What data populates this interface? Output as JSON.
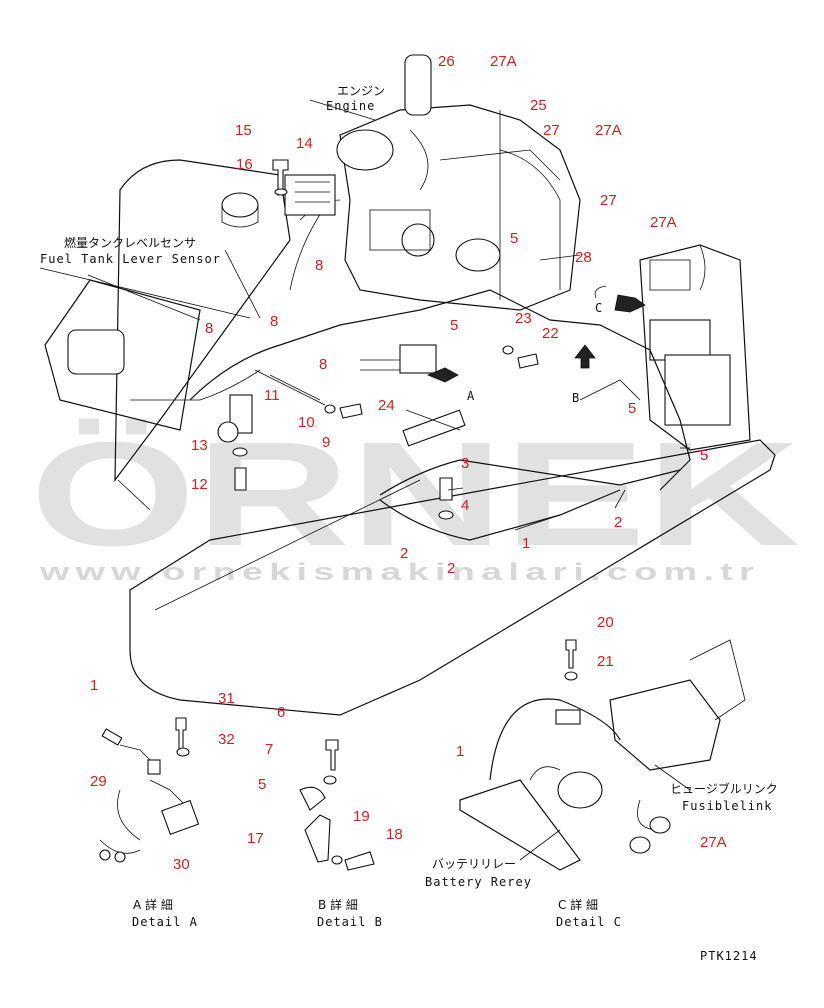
{
  "labels": {
    "engine_jp": "エンジン",
    "engine_en": "Engine",
    "fuel_sensor_jp": "燃量タンクレベルセンサ",
    "fuel_sensor_en": "Fuel Tank Lever Sensor",
    "fusible_jp": "ヒュージブルリンク",
    "fusible_en": "Fusiblelink",
    "battery_jp": "バッテリリレー",
    "battery_en": "Battery Rerey",
    "detail_a_jp": "A 詳 細",
    "detail_a_en": "Detail A",
    "detail_b_jp": "B 詳 細",
    "detail_b_en": "Detail B",
    "detail_c_jp": "C 詳 細",
    "detail_c_en": "Detail C",
    "view_a": "A",
    "view_b": "B",
    "view_c": "C",
    "drawing_code": "PTK1214"
  },
  "watermark": {
    "brand": "ÖRNEK",
    "url": "www.ornekismakinalari.com.tr"
  },
  "callouts": [
    {
      "id": "c26a",
      "text": "26"
    },
    {
      "id": "c27a1",
      "text": "27A"
    },
    {
      "id": "c25",
      "text": "25"
    },
    {
      "id": "c27",
      "text": "27"
    },
    {
      "id": "c27a2",
      "text": "27A"
    },
    {
      "id": "c27b",
      "text": "27"
    },
    {
      "id": "c27a3",
      "text": "27A"
    },
    {
      "id": "c15",
      "text": "15"
    },
    {
      "id": "c14",
      "text": "14"
    },
    {
      "id": "c16",
      "text": "16"
    },
    {
      "id": "c8a",
      "text": "8"
    },
    {
      "id": "c8b",
      "text": "8"
    },
    {
      "id": "c8c",
      "text": "8"
    },
    {
      "id": "c8d",
      "text": "8"
    },
    {
      "id": "c5a",
      "text": "5"
    },
    {
      "id": "c5b",
      "text": "5"
    },
    {
      "id": "c28",
      "text": "28"
    },
    {
      "id": "c23",
      "text": "23"
    },
    {
      "id": "c22",
      "text": "22"
    },
    {
      "id": "c5c",
      "text": "5"
    },
    {
      "id": "c5d",
      "text": "5"
    },
    {
      "id": "c11",
      "text": "11"
    },
    {
      "id": "c10",
      "text": "10"
    },
    {
      "id": "c9",
      "text": "9"
    },
    {
      "id": "c24",
      "text": "24"
    },
    {
      "id": "c13",
      "text": "13"
    },
    {
      "id": "c12",
      "text": "12"
    },
    {
      "id": "c3",
      "text": "3"
    },
    {
      "id": "c4",
      "text": "4"
    },
    {
      "id": "c2a",
      "text": "2"
    },
    {
      "id": "c2b",
      "text": "2"
    },
    {
      "id": "c2c",
      "text": "2"
    },
    {
      "id": "c1a",
      "text": "1"
    },
    {
      "id": "c20",
      "text": "20"
    },
    {
      "id": "c21",
      "text": "21"
    },
    {
      "id": "c1b",
      "text": "1"
    },
    {
      "id": "c31",
      "text": "31"
    },
    {
      "id": "c32",
      "text": "32"
    },
    {
      "id": "c29",
      "text": "29"
    },
    {
      "id": "c30",
      "text": "30"
    },
    {
      "id": "c6",
      "text": "6"
    },
    {
      "id": "c7",
      "text": "7"
    },
    {
      "id": "c5e",
      "text": "5"
    },
    {
      "id": "c19",
      "text": "19"
    },
    {
      "id": "c18",
      "text": "18"
    },
    {
      "id": "c17",
      "text": "17"
    },
    {
      "id": "c1c",
      "text": "1"
    },
    {
      "id": "c27a4",
      "text": "27A"
    }
  ]
}
